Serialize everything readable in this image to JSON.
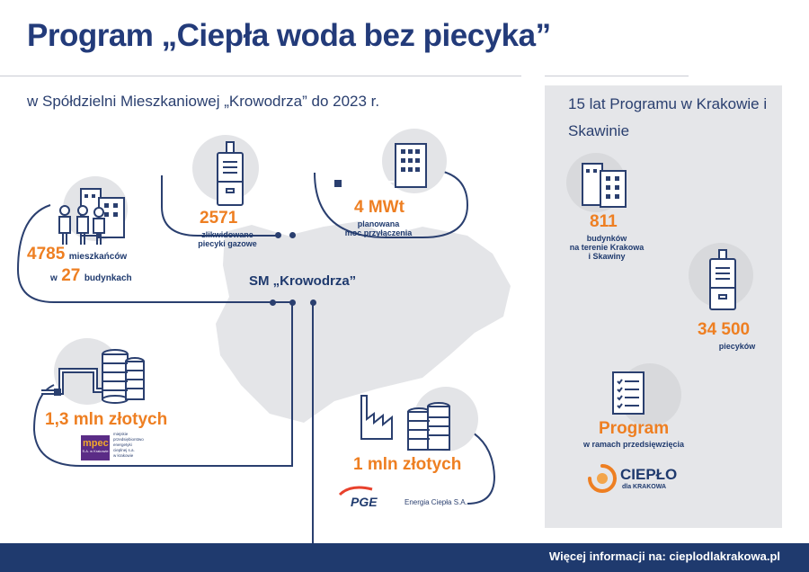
{
  "header": {
    "title": "Program „Ciepła woda bez piecyka”",
    "subtitle": "w Spółdzielni Mieszkaniowej „Krowodrza” do 2023 r."
  },
  "stats_left": {
    "residents_value": "4785",
    "residents_label": "mieszkańców",
    "buildings_prefix": "w",
    "buildings_value": "27",
    "buildings_label": "budynkach",
    "heaters_value": "2571",
    "heaters_label_1": "zlikwidowane",
    "heaters_label_2": "piecyki gazowe",
    "power_value": "4 MWt",
    "power_label_1": "planowana",
    "power_label_2": "moc przyłączenia",
    "center_label": "SM „Krowodrza”",
    "mpec_amount": "1,3 mln złotych",
    "mpec_logo_text": "mpec",
    "mpec_logo_sub": "S.A. w Krakowie",
    "mpec_desc_1": "miejskie",
    "mpec_desc_2": "przedsiębiorstwo",
    "mpec_desc_3": "energetyki",
    "mpec_desc_4": "cieplnej s.a.",
    "mpec_desc_5": "w krakowie",
    "pge_amount": "1 mln złotych",
    "pge_logo_text": "PGE",
    "pge_desc": "Energia Ciepła S.A."
  },
  "panel": {
    "title": "15 lat Programu w Krakowie i Skawinie",
    "buildings_value": "811",
    "buildings_label_1": "budynków",
    "buildings_label_2": "na terenie Krakowa",
    "buildings_label_3": "i Skawiny",
    "heaters_value": "34 500",
    "heaters_label": "piecyków",
    "program_value": "Program",
    "program_label": "w ramach przedsięwzięcia",
    "brand_name": "CIEPŁO",
    "brand_sub": "dla KRAKOWA"
  },
  "footer": {
    "info": "Więcej informacji na: cieplodlakrakowa.pl"
  },
  "colors": {
    "navy": "#1f3a6e",
    "orange": "#ee7f22",
    "panel_gray": "#e5e6e9",
    "map_gray": "#e4e5e8"
  },
  "icons": [
    "apartment-building-icon",
    "people-icon",
    "gas-heater-icon",
    "pipe-icon",
    "coin-stack-icon",
    "power-plant-icon",
    "checklist-icon"
  ]
}
